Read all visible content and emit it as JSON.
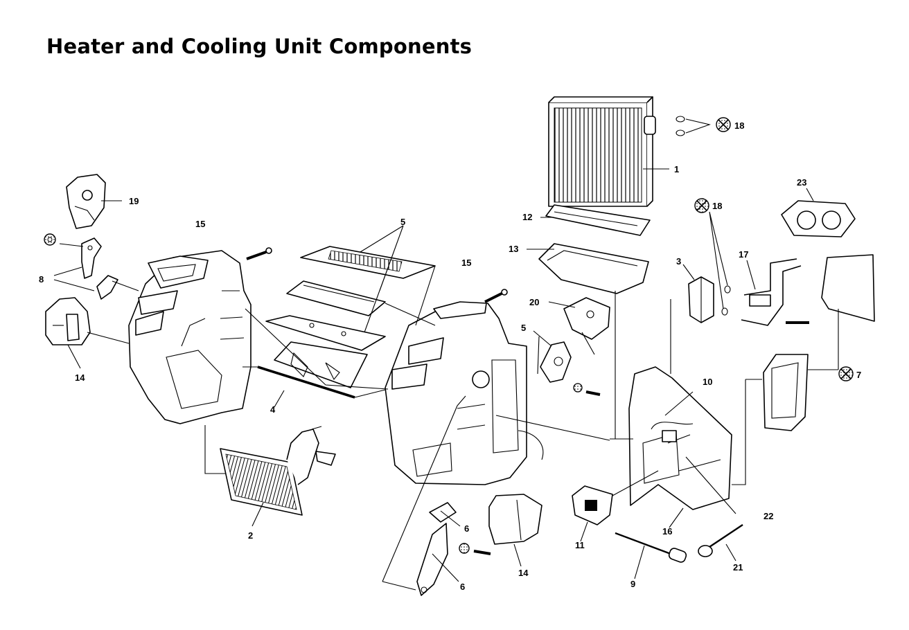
{
  "title": "Heater and Cooling Unit Components",
  "callouts": {
    "c1": "1",
    "c2": "2",
    "c3": "3",
    "c4": "4",
    "c5a": "5",
    "c5b": "5",
    "c6a": "6",
    "c6b": "6",
    "c7": "7",
    "c8": "8",
    "c9": "9",
    "c10": "10",
    "c11": "11",
    "c12": "12",
    "c13": "13",
    "c14a": "14",
    "c14b": "14",
    "c15a": "15",
    "c15b": "15",
    "c16": "16",
    "c17": "17",
    "c18a": "18",
    "c18b": "18",
    "c19": "19",
    "c20": "20",
    "c21": "21",
    "c22": "22",
    "c23": "23"
  },
  "icons": {
    "discard_symbol": "circle-x-icon"
  }
}
